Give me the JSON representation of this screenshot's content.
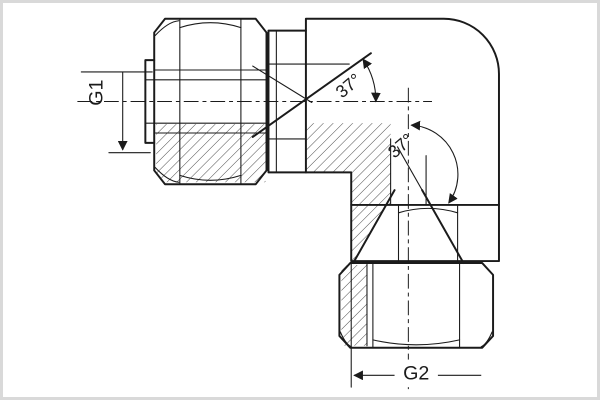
{
  "drawing": {
    "labels": {
      "g1": "G1",
      "g2": "G2",
      "angle_top": "37°",
      "angle_bottom": "37°"
    },
    "colors": {
      "line": "#1b1b1b",
      "background": "#ffffff",
      "frame": "#d9d9d9"
    }
  }
}
